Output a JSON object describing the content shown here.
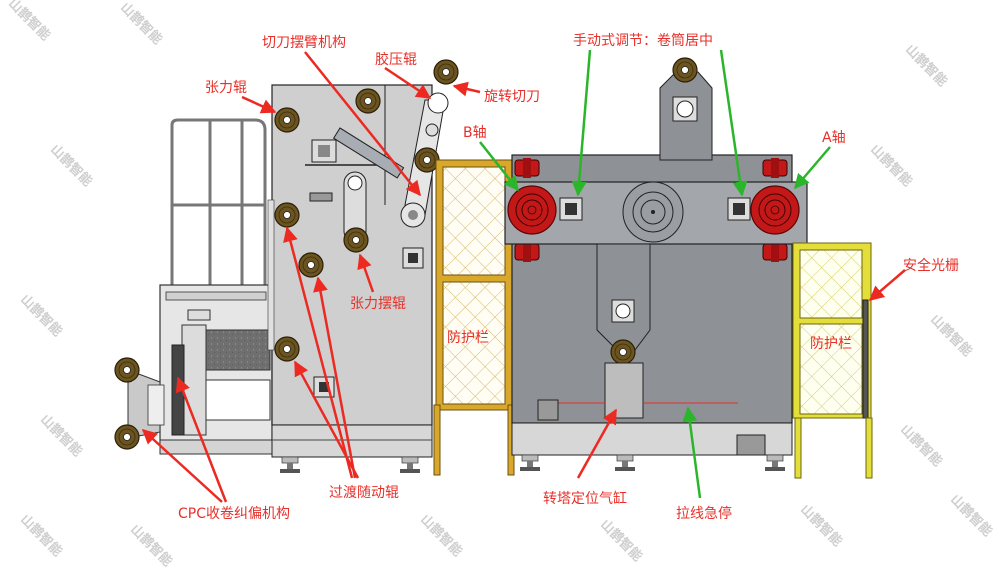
{
  "diagram": {
    "title": "Machine layout — winding / cutting station",
    "watermark": "山鹊智能",
    "colors": {
      "label_red": "#e8302a",
      "arrow_red": "#ec2a22",
      "arrow_green": "#2bb52b",
      "panel_light": "#cfcfcf",
      "panel_dark": "#8e9196",
      "roller_brown": "#6b5420",
      "shaft_red": "#c41818",
      "guard_yellow": "#d9a72a",
      "guard_lime": "#e3de3a"
    },
    "labels": {
      "cutter_swing_arm": "切刀摆臂机构",
      "glue_press_roller": "胶压辊",
      "rotary_cutter": "旋转切刀",
      "tension_roller": "张力辊",
      "manual_adjust": "手动式调节：卷筒居中",
      "shaft_b": "B轴",
      "shaft_a": "A轴",
      "dancer_roller": "张力摆辊",
      "guard_left": "防护栏",
      "guard_right": "防护栏",
      "light_curtain": "安全光栅",
      "cpc_correction": "CPC收卷纠偏机构",
      "idler_rollers": "过渡随动辊",
      "turret_cylinder": "转塔定位气缸",
      "pull_cord_estop": "拉线急停"
    }
  }
}
